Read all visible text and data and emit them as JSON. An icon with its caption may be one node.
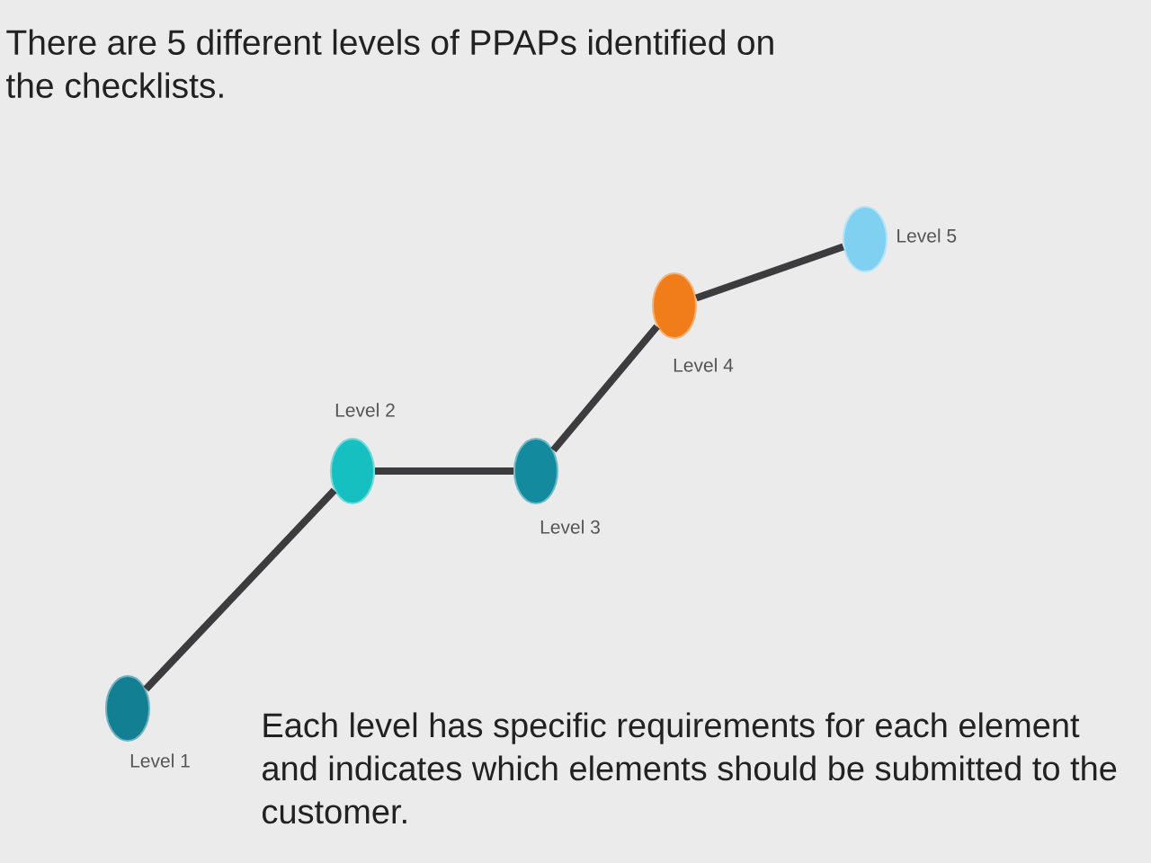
{
  "diagram": {
    "title": "There are 5 different levels of PPAPs identified on the checklists.",
    "caption": "Each level has specific requirements for each element and indicates which elements should be submitted to the customer.",
    "nodes": [
      {
        "text": [],
        "shape": "circle",
        "beside": [
          "Level 1"
        ]
      },
      {
        "text": [],
        "shape": "circle",
        "beside": [
          "Level 2"
        ]
      },
      {
        "text": [],
        "shape": "circle",
        "beside": [
          "Level 3"
        ]
      },
      {
        "text": [],
        "shape": "circle",
        "beside": [
          "Level 4"
        ]
      },
      {
        "text": [],
        "shape": "circle",
        "beside": [
          "Level 5"
        ]
      }
    ],
    "edges": [
      {
        "from": 0,
        "to": 1,
        "arrow": "none"
      },
      {
        "from": 1,
        "to": 2,
        "arrow": "none"
      },
      {
        "from": 2,
        "to": 3,
        "arrow": "none"
      },
      {
        "from": 3,
        "to": 4,
        "arrow": "none"
      }
    ]
  }
}
